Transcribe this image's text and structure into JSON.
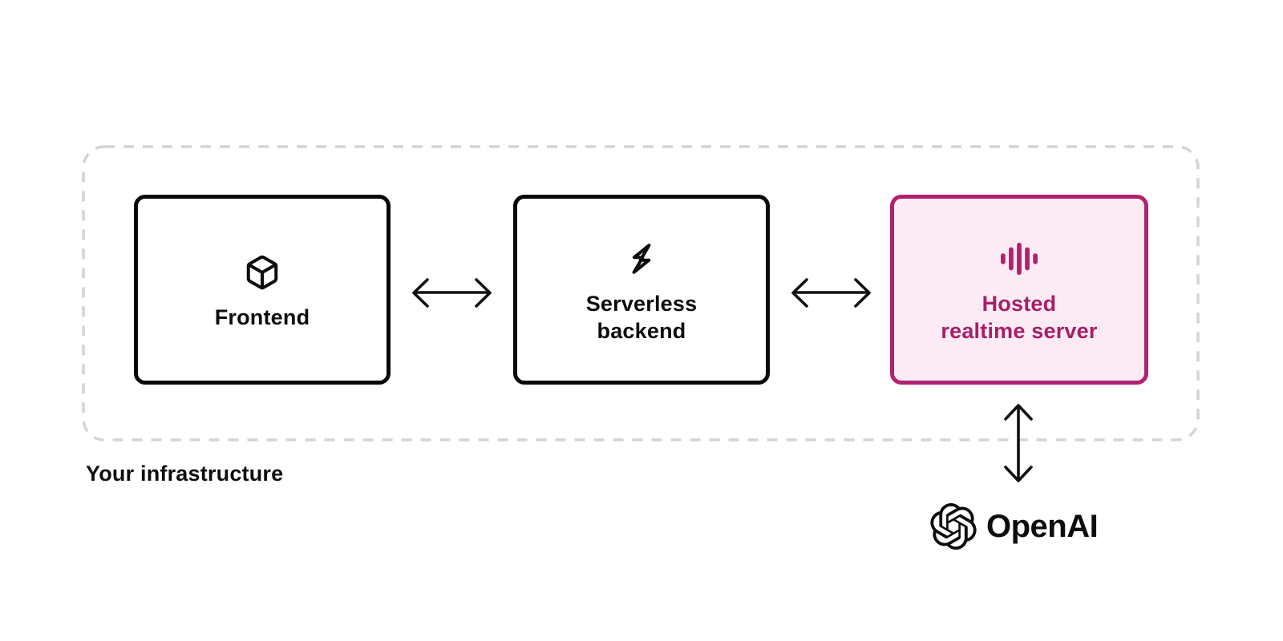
{
  "diagram": {
    "boundary_label": "Your infrastructure",
    "nodes": [
      {
        "id": "frontend",
        "label": "Frontend",
        "icon": "cube-icon",
        "highlighted": false
      },
      {
        "id": "serverless-backend",
        "label_line1": "Serverless",
        "label_line2": "backend",
        "icon": "bolt-icon",
        "highlighted": false
      },
      {
        "id": "hosted-realtime-server",
        "label_line1": "Hosted",
        "label_line2": "realtime server",
        "icon": "waveform-icon",
        "highlighted": true
      }
    ],
    "external_service": {
      "name": "OpenAI",
      "icon": "openai-logo-icon"
    },
    "connections": [
      {
        "from": "frontend",
        "to": "serverless-backend",
        "style": "bidirectional-arrow"
      },
      {
        "from": "serverless-backend",
        "to": "hosted-realtime-server",
        "style": "bidirectional-arrow"
      },
      {
        "from": "hosted-realtime-server",
        "to": "openai",
        "style": "bidirectional-arrow"
      }
    ],
    "colors": {
      "node_border": "#0a0a0a",
      "node_text": "#0d0d0d",
      "highlight_border": "#b1216e",
      "highlight_fill": "#fcebf4",
      "highlight_text": "#a61e69",
      "boundary_dash": "#d4d4d4",
      "arrow": "#111111",
      "background": "#ffffff"
    }
  }
}
